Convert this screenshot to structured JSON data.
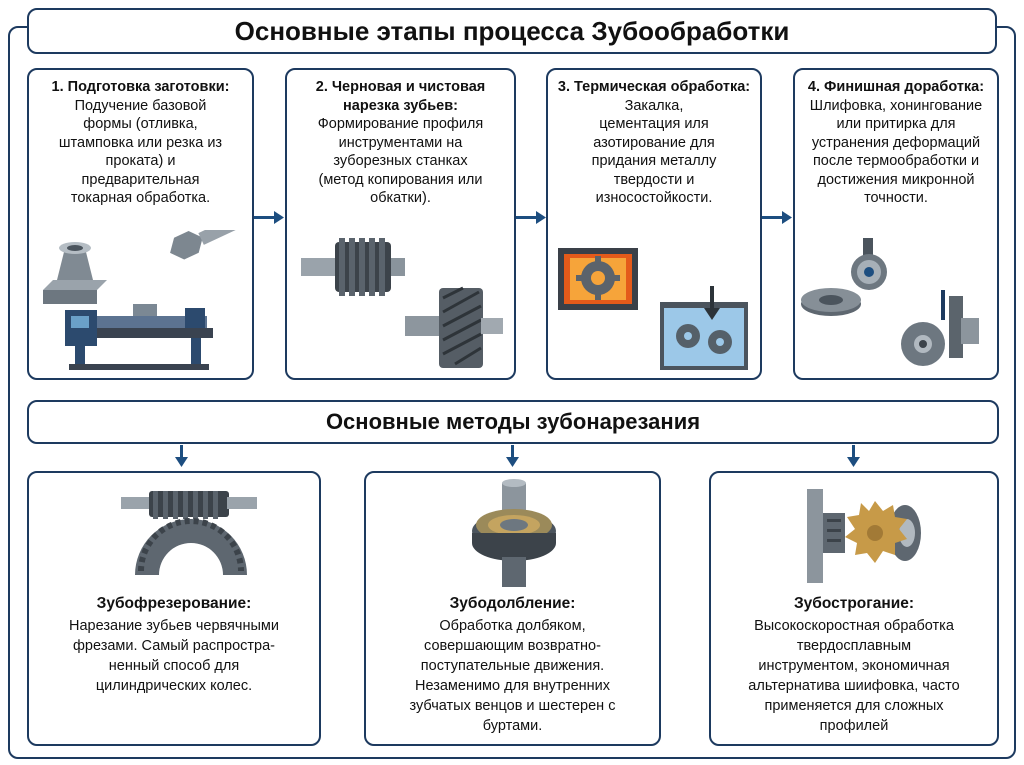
{
  "title": "Основные этапы процесса Зубообработки",
  "stages": [
    {
      "heading": "1. Подготовка заготовки:",
      "lines": [
        "Подучение базовой",
        "формы (отливка,",
        "штамповка или резка из",
        "проката) и",
        "предварительная",
        "токарная обработка."
      ]
    },
    {
      "heading": "2. Черновая и чистовая нарезка зубьев:",
      "lines": [
        "Формирование профиля",
        "инструментами на",
        "зуборезных станках",
        "(метод копирования или",
        "обкатки)."
      ]
    },
    {
      "heading": "3. Термическая обработка:",
      "lines": [
        "Закалка,",
        "цементация иля",
        "азотирование для",
        "придания металлу",
        "твердости и",
        "износостойкости."
      ]
    },
    {
      "heading": "4. Финишная доработка:",
      "lines": [
        "Шлифовка, хонингование",
        "или притирка для",
        "устранения деформаций",
        "после термообработки и",
        "достижения микронной",
        "точности."
      ]
    }
  ],
  "methods_title": "Основные методы зубонарезания",
  "methods": [
    {
      "title": "Зубофрезерование:",
      "lines": [
        "Нарезание зубьев червячными",
        "фрезами. Самый распростра-",
        "ненный способ для",
        "цилиндрических колес."
      ]
    },
    {
      "title": "Зубодолбление:",
      "lines": [
        "Обработка долбяком,",
        "совершающим возвратно-",
        "поступательные движения.",
        "Незаменимо для внутренних",
        "зубчатых венцов и шестерен с",
        "буртами."
      ]
    },
    {
      "title": "Зубострогание:",
      "lines": [
        "Высокоскоростная обработка",
        "твердосплавным",
        "инструментом, экономичная",
        "альтернатива шиифовка, часто",
        "применяется для сложных",
        "профилей"
      ]
    }
  ],
  "colors": {
    "frame": "#1d3a5f",
    "arrow": "#1d4e80",
    "metal": "#7a8590",
    "metal_dark": "#4b545d",
    "machine_blue": "#2c4a6e",
    "fire": "#f08a1c",
    "water": "#9cc8e8"
  },
  "icons": [
    "casting-icon",
    "bolt-icon",
    "lathe-icon",
    "hob-cutter-icon",
    "helical-gear-icon",
    "furnace-icon",
    "quench-tank-icon",
    "grinding-wheel-icon",
    "honing-icon",
    "hobbing-icon",
    "shaping-icon",
    "planing-icon"
  ]
}
